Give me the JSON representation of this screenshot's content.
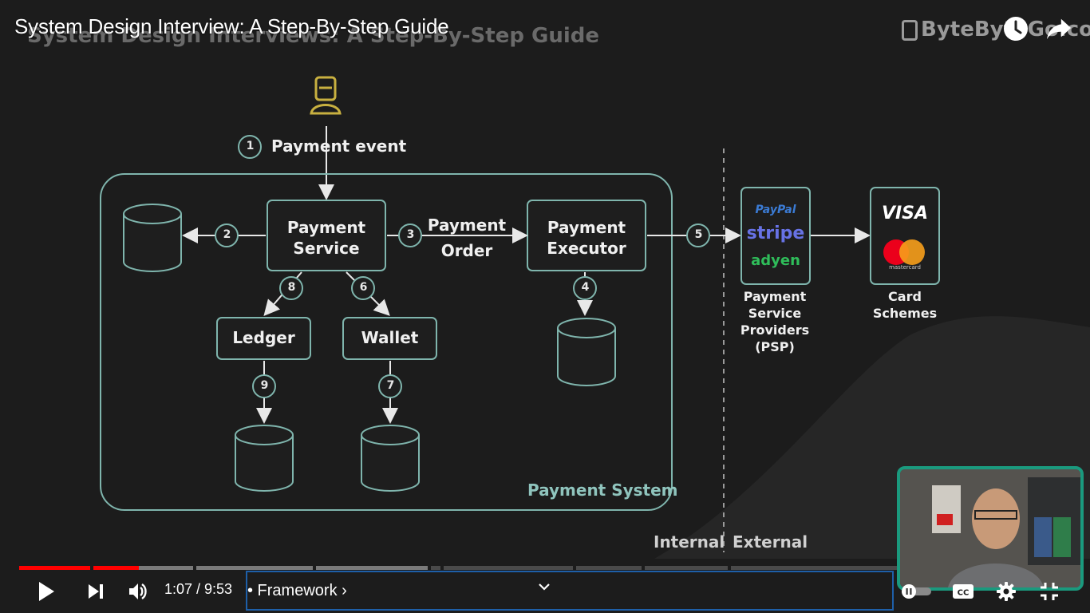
{
  "video": {
    "title": "System Design Interview: A Step-By-Step Guide",
    "brand": "ByteByteGo.com"
  },
  "diagram": {
    "slide_heading": "System Design Interviews: A Step-By-Step Guide",
    "nodes": {
      "payment_service": [
        "Payment",
        "Service"
      ],
      "payment_executor": [
        "Payment",
        "Executor"
      ],
      "ledger": "Ledger",
      "wallet": "Wallet"
    },
    "labels": {
      "payment_event": "Payment event",
      "payment_order": [
        "Payment",
        "Order"
      ],
      "payment_system": "Payment System",
      "internal": "Internal",
      "external": "External",
      "psp": [
        "Payment",
        "Service",
        "Providers",
        "(PSP)"
      ],
      "card_schemes": [
        "Card",
        "Schemes"
      ]
    },
    "steps": [
      "1",
      "2",
      "3",
      "4",
      "5",
      "6",
      "7",
      "8",
      "9"
    ],
    "psp_logos": [
      "PayPal",
      "stripe",
      "adyen"
    ],
    "card_logos": [
      "VISA",
      "mastercard"
    ]
  },
  "player": {
    "time_display": "1:07 / 9:53",
    "chapter": "• Framework",
    "chapter_arrow": "›",
    "progress_played_fraction": 0.115,
    "icons": {
      "play": "play-icon",
      "next": "next-icon",
      "volume": "volume-icon",
      "autoplay": "autoplay-toggle-icon",
      "captions": "captions-icon",
      "settings": "settings-gear-icon",
      "fullscreen_exit": "exit-fullscreen-icon",
      "watch_later": "clock-icon",
      "share": "share-icon"
    },
    "colors": {
      "accent": "#ff0000",
      "diagram_line": "#7fb5ad",
      "webcam_border": "#1a9a7e",
      "user_icon": "#c8b040"
    }
  }
}
